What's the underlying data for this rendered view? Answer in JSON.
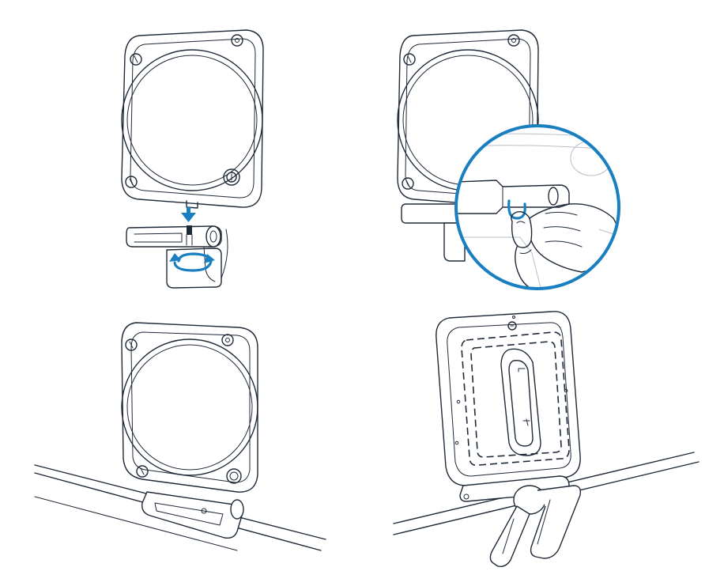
{
  "figure": {
    "steps": [
      {
        "id": "step-1",
        "action": "attach-mount-and-rotate"
      },
      {
        "id": "step-2",
        "action": "press-release-latch-closeup"
      },
      {
        "id": "step-3",
        "action": "monitor-mount-front"
      },
      {
        "id": "step-4",
        "action": "monitor-mount-back"
      }
    ]
  },
  "colors": {
    "accent": "#1a7fc1",
    "line": "#1f2a38",
    "background": "#ffffff"
  },
  "icons": {
    "down_arrow": "down-arrow-icon",
    "rotate": "rotate-arrows-icon",
    "magnifier": "zoom-circle-icon",
    "logo": "logo-icon"
  }
}
